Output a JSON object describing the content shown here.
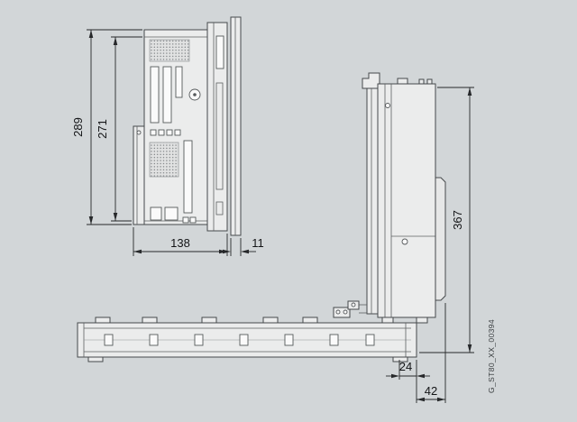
{
  "colors": {
    "background": "#d2d6d8"
  },
  "drawing": {
    "id_label": "G_ST80_XX_00394",
    "front_view": {
      "dim_height_outer": "289",
      "dim_height_inner": "271",
      "dim_depth_body": "138",
      "dim_depth_door": "11"
    },
    "side_view": {
      "dim_height_total": "367",
      "dim_offset_inner": "24",
      "dim_offset_outer": "42"
    }
  }
}
